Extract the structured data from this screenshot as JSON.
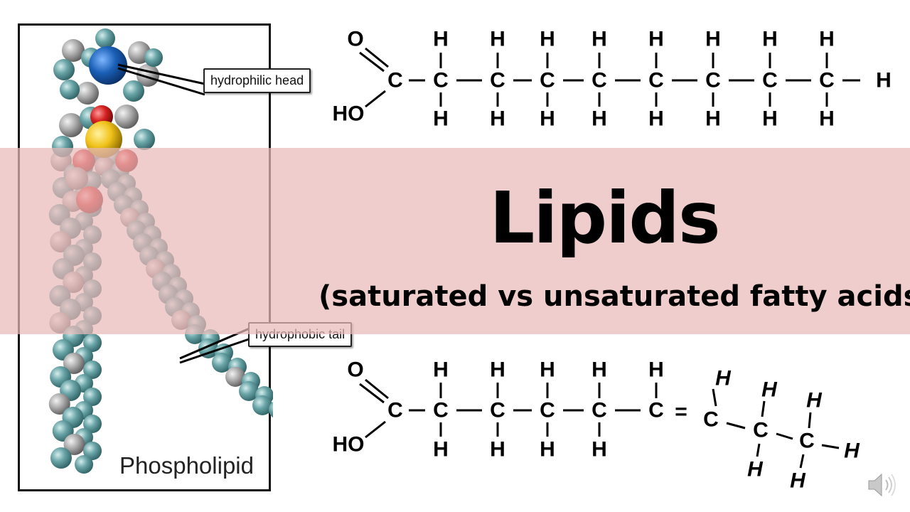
{
  "slide": {
    "title": "Lipids",
    "subtitle": "(saturated vs unsaturated fatty acids)"
  },
  "phospholipid": {
    "caption": "Phospholipid",
    "label_head": "hydrophilic head",
    "label_tail": "hydrophobic tail"
  },
  "saturated_acid": {
    "carbonyl_oxygen": "O",
    "hydroxyl": "HO",
    "carbon_symbol": "C",
    "hydrogen_symbol": "H",
    "carbon_chain_count": 8,
    "terminal_hydrogen": "H"
  },
  "unsaturated_acid": {
    "carbonyl_oxygen": "O",
    "hydroxyl": "HO",
    "carbon_symbol": "C",
    "hydrogen_symbol": "H",
    "double_bond_symbol": "="
  },
  "icons": [
    "speaker-icon"
  ]
}
